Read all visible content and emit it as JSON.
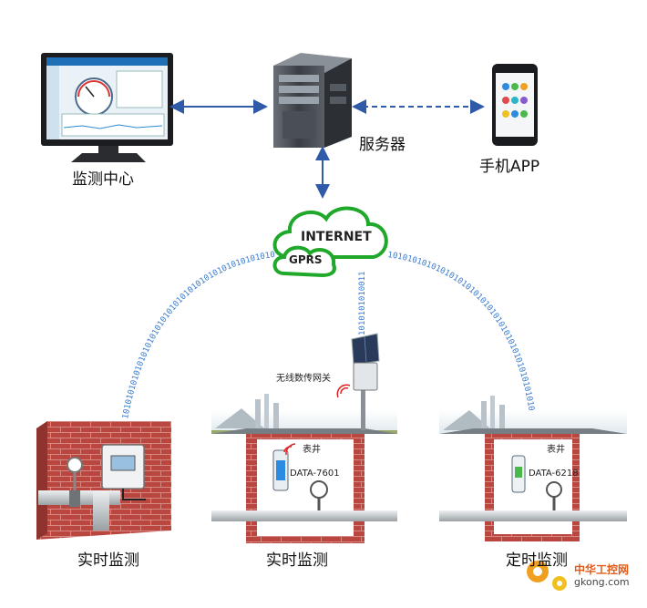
{
  "labels": {
    "monitoring_center": "监测中心",
    "server": "服务器",
    "mobile_app": "手机APP",
    "internet": "INTERNET",
    "gprs": "GPRS",
    "wireless_gateway": "无线数传网关",
    "realtime_1": "实时监测",
    "realtime_2": "实时监测",
    "scheduled": "定时监测",
    "meter_well_1": "表井",
    "meter_well_2": "表井",
    "device_1": "DATA-7601",
    "device_2": "DATA-6218",
    "watermark_cn": "中华工控网",
    "watermark_url": "gkong.com"
  },
  "binary": {
    "left_arc": "1010101010101010101010101010101010101010101010101",
    "center": "1010101010011",
    "right_arc": "10101010101010101010101010101010101010101010101"
  },
  "colors": {
    "arrow": "#2f5aa8",
    "binary": "#3a7ccf",
    "cloud_outline": "#1fa82a",
    "brick": "#b9463f",
    "pipe": "#cfd3d6"
  }
}
